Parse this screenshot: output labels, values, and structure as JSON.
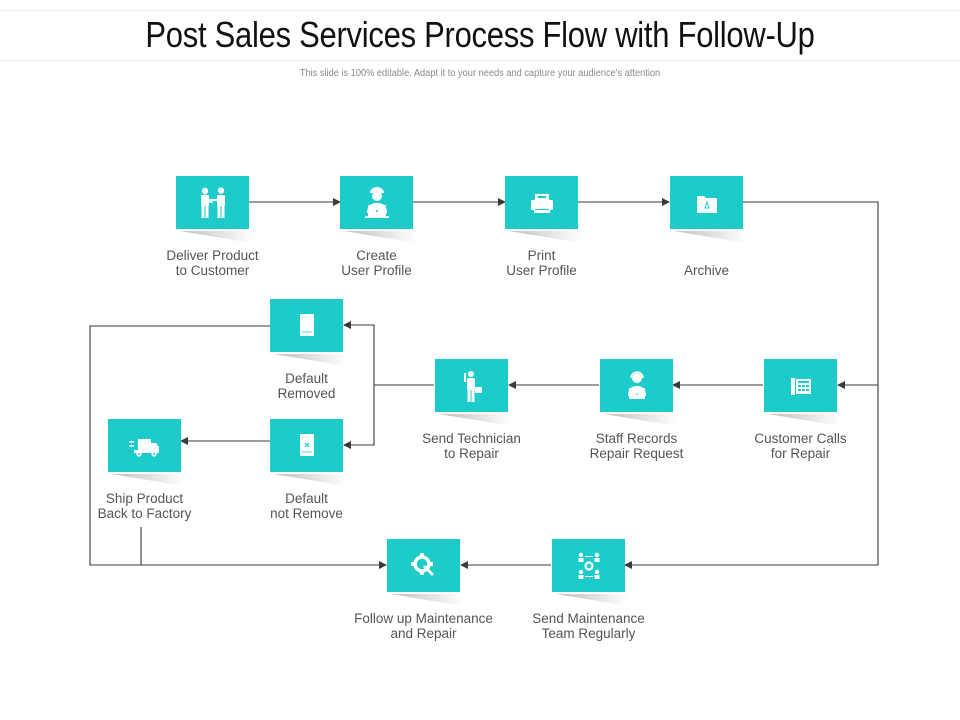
{
  "header": {
    "title": "Post Sales Services Process Flow with Follow-Up",
    "subtitle": "This slide is 100% editable. Adapt it to your needs and capture your audience's attention"
  },
  "colors": {
    "accent": "#1ecbcb",
    "connector": "#3a3a3a",
    "label": "#555555"
  },
  "nodes": [
    {
      "id": "deliver",
      "label": "Deliver Product\nto Customer",
      "icon": "handover-icon"
    },
    {
      "id": "create",
      "label": "Create\nUser Profile",
      "icon": "user-laptop-icon"
    },
    {
      "id": "print",
      "label": "Print\nUser Profile",
      "icon": "printer-icon"
    },
    {
      "id": "archive",
      "label": "Archive",
      "icon": "folder-icon"
    },
    {
      "id": "default-removed",
      "label": "Default\nRemoved",
      "icon": "document-icon"
    },
    {
      "id": "send-tech",
      "label": "Send Technician\nto Repair",
      "icon": "technician-icon"
    },
    {
      "id": "staff-records",
      "label": "Staff Records\nRepair Request",
      "icon": "support-agent-icon"
    },
    {
      "id": "customer-calls",
      "label": "Customer Calls\nfor Repair",
      "icon": "telephone-icon"
    },
    {
      "id": "ship",
      "label": "Ship Product\nBack to Factory",
      "icon": "delivery-truck-icon"
    },
    {
      "id": "default-not-remove",
      "label": "Default\nnot Remove",
      "icon": "document-x-icon"
    },
    {
      "id": "follow-up",
      "label": "Follow up Maintenance\nand Repair",
      "icon": "gear-wrench-icon"
    },
    {
      "id": "send-maint",
      "label": "Send Maintenance\nTeam Regularly",
      "icon": "team-gear-icon"
    }
  ],
  "edges": [
    {
      "from": "deliver",
      "to": "create"
    },
    {
      "from": "create",
      "to": "print"
    },
    {
      "from": "print",
      "to": "archive"
    },
    {
      "from": "archive",
      "to": "customer-calls"
    },
    {
      "from": "archive",
      "to": "send-maint"
    },
    {
      "from": "customer-calls",
      "to": "staff-records"
    },
    {
      "from": "staff-records",
      "to": "send-tech"
    },
    {
      "from": "send-tech",
      "to": "default-removed"
    },
    {
      "from": "send-tech",
      "to": "default-not-remove"
    },
    {
      "from": "default-not-remove",
      "to": "ship"
    },
    {
      "from": "default-removed",
      "to": "follow-up"
    },
    {
      "from": "ship",
      "to": "follow-up"
    },
    {
      "from": "send-maint",
      "to": "follow-up"
    }
  ]
}
